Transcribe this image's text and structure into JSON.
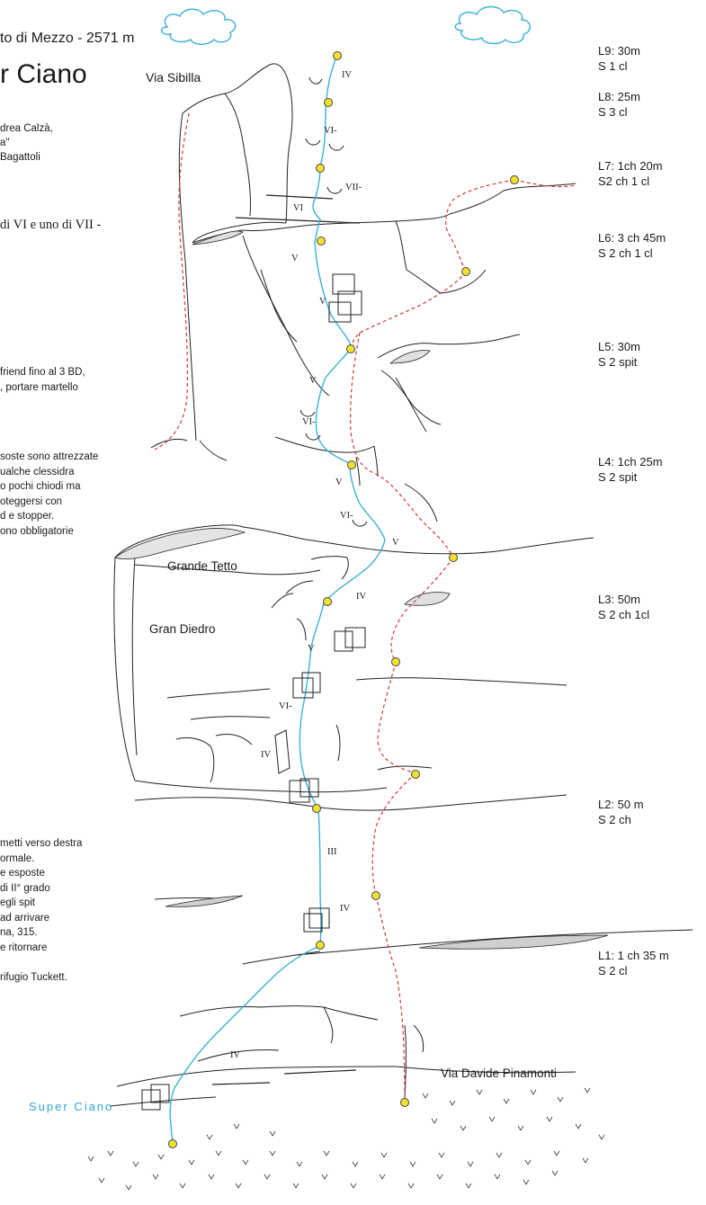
{
  "header": {
    "peak": "to di Mezzo - 2571 m",
    "route_name": "r Ciano",
    "authors_line1": "drea Calzà,",
    "authors_line2": "a\"",
    "authors_line3": "Bagattoli",
    "difficulty": "di VI e uno di VII -"
  },
  "notes": {
    "gear": [
      "friend fino al 3 BD,",
      ", portare martello"
    ],
    "belays": [
      "soste sono attrezzate",
      "ualche clessidra",
      "o pochi chiodi ma",
      "oteggersi con",
      "d e stopper.",
      "ono obbligatorie"
    ],
    "descent": [
      "metti verso destra",
      "ormale.",
      "e esposte",
      "di II° grado",
      "egli spit",
      "ad arrivare",
      "na, 315.",
      "e ritornare",
      "",
      "rifugio Tuckett."
    ]
  },
  "labels": {
    "via_sibilla": "Via Sibilla",
    "grande_tetto": "Grande Tetto",
    "gran_diedro": "Gran Diedro",
    "via_pinamonti": "Via Davide Pinamonti",
    "super_ciano": "Super Ciano"
  },
  "pitches": [
    {
      "name": "L9: 30m",
      "belay": "S 1 cl"
    },
    {
      "name": "L8: 25m",
      "belay": "S 3 cl"
    },
    {
      "name": "L7: 1ch 20m",
      "belay": "S2 ch 1 cl"
    },
    {
      "name": "L6: 3 ch 45m",
      "belay": "S 2 ch 1 cl"
    },
    {
      "name": "L5: 30m",
      "belay": "S 2 spit"
    },
    {
      "name": "L4: 1ch  25m",
      "belay": "S 2 spit"
    },
    {
      "name": "L3: 50m",
      "belay": "S 2 ch 1cl"
    },
    {
      "name": "L2: 50 m",
      "belay": "S 2 ch"
    },
    {
      "name": "L1: 1 ch 35 m",
      "belay": "S 2 cl"
    }
  ],
  "grades": {
    "g_iv_top": "IV",
    "g_vi_l8": "VI-",
    "g_vii_l7": "VII-",
    "g_vi_l7": "VI",
    "g_v_l6a": "V",
    "g_v_l6b": "V",
    "g_v_l5": "V",
    "g_vi_l5": "VI-",
    "g_v_l4": "V",
    "g_vi_l4": "VI-",
    "g_v_l4b": "V",
    "g_iv_l3": "IV",
    "g_v_l3": "V",
    "g_vi_l3": "VI-",
    "g_iv_l3b": "IV",
    "g_iii_l2": "III",
    "g_iv_l2": "IV",
    "g_iv_l1": "IV"
  },
  "colors": {
    "route": "#3bb0d6",
    "other_route": "#d23a3a",
    "belay": "#f2e030",
    "cloud": "#3bb0d6",
    "route_label": "#2aa6d2"
  }
}
